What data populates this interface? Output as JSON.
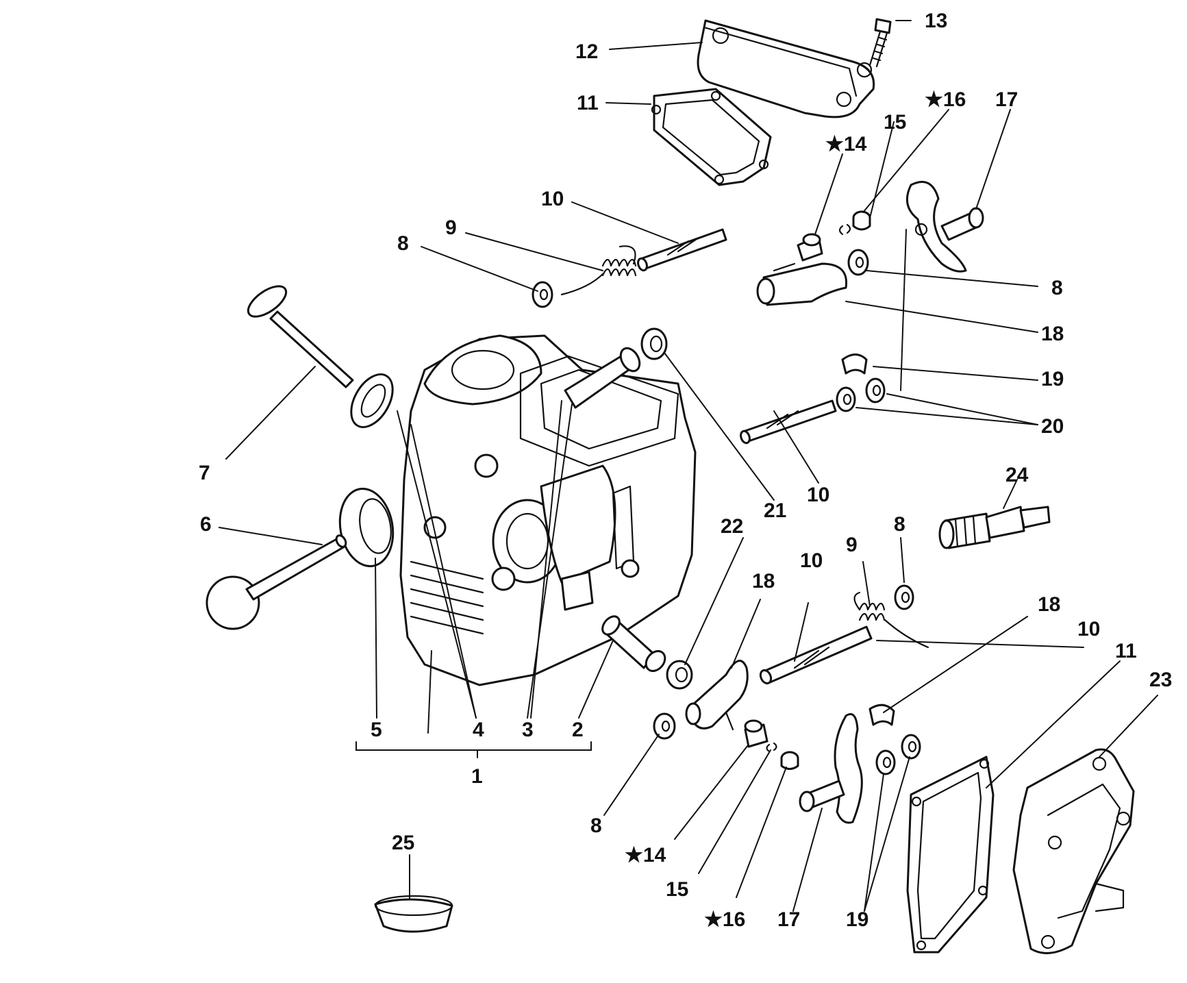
{
  "diagram": {
    "callouts": [
      {
        "id": "c-13",
        "text": "13"
      },
      {
        "id": "c-12",
        "text": "12"
      },
      {
        "id": "c-11-top",
        "text": "11"
      },
      {
        "id": "c-15-top",
        "text": "15"
      },
      {
        "id": "c-16-top",
        "text": "★16"
      },
      {
        "id": "c-17-top",
        "text": "17"
      },
      {
        "id": "c-14-top",
        "text": "★14"
      },
      {
        "id": "c-10-top",
        "text": "10"
      },
      {
        "id": "c-9-top",
        "text": "9"
      },
      {
        "id": "c-8-left",
        "text": "8"
      },
      {
        "id": "c-8-right",
        "text": "8"
      },
      {
        "id": "c-18-top",
        "text": "18"
      },
      {
        "id": "c-19-top",
        "text": "19"
      },
      {
        "id": "c-20",
        "text": "20"
      },
      {
        "id": "c-7",
        "text": "7"
      },
      {
        "id": "c-21",
        "text": "21"
      },
      {
        "id": "c-10-mid",
        "text": "10"
      },
      {
        "id": "c-24",
        "text": "24"
      },
      {
        "id": "c-6",
        "text": "6"
      },
      {
        "id": "c-22",
        "text": "22"
      },
      {
        "id": "c-8-mid",
        "text": "8"
      },
      {
        "id": "c-9-mid",
        "text": "9"
      },
      {
        "id": "c-18-mid",
        "text": "18"
      },
      {
        "id": "c-10-lower",
        "text": "10"
      },
      {
        "id": "c-18-lower",
        "text": "18"
      },
      {
        "id": "c-10-right",
        "text": "10"
      },
      {
        "id": "c-11-right",
        "text": "11"
      },
      {
        "id": "c-23",
        "text": "23"
      },
      {
        "id": "c-5",
        "text": "5"
      },
      {
        "id": "c-4",
        "text": "4"
      },
      {
        "id": "c-3",
        "text": "3"
      },
      {
        "id": "c-2",
        "text": "2"
      },
      {
        "id": "c-1",
        "text": "1"
      },
      {
        "id": "c-8-bottom",
        "text": "8"
      },
      {
        "id": "c-14-bottom",
        "text": "★14"
      },
      {
        "id": "c-15-bottom",
        "text": "15"
      },
      {
        "id": "c-16-bottom",
        "text": "★16"
      },
      {
        "id": "c-17-bottom",
        "text": "17"
      },
      {
        "id": "c-19-bottom",
        "text": "19"
      },
      {
        "id": "c-25",
        "text": "25"
      }
    ]
  }
}
